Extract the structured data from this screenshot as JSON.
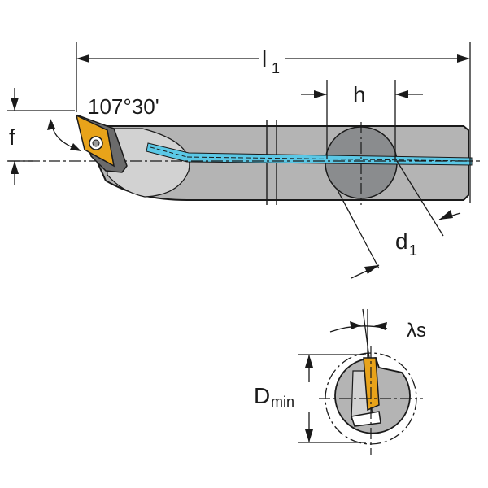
{
  "labels": {
    "l1": "l",
    "l1_sub": "1",
    "h": "h",
    "f": "f",
    "angle": "107°30'",
    "d1": "d",
    "d1_sub": "1",
    "lambda_s": "λs",
    "dmin": "D",
    "dmin_sub": "min"
  },
  "colors": {
    "body": "#b4b4b4",
    "body_dark": "#8a8c8e",
    "head": "#c9c9c9",
    "insert": "#e8a31a",
    "coolant": "#5bc8e6",
    "line": "#1a1a1a"
  }
}
